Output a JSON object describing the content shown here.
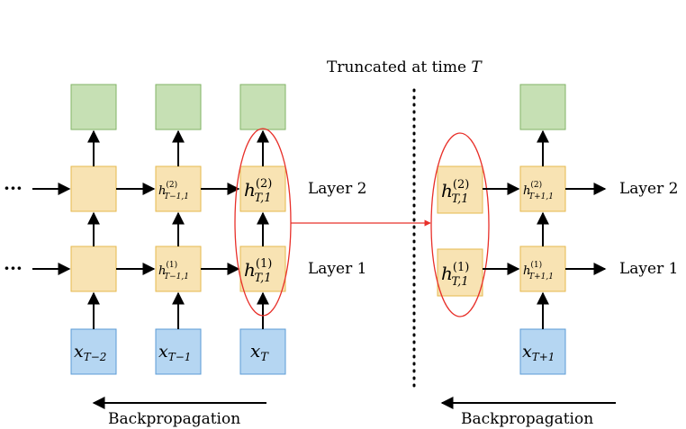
{
  "title": "Truncated at time T",
  "title_parts": {
    "text": "Truncated at time ",
    "var": "T"
  },
  "layer_labels": {
    "layer2": "Layer 2",
    "layer1": "Layer 1"
  },
  "ellipsis": "···",
  "backprop_label": "Backpropagation",
  "inputs": {
    "x_t_minus_2": {
      "base": "x",
      "sub": "T−2"
    },
    "x_t_minus_1": {
      "base": "x",
      "sub": "T−1"
    },
    "x_t": {
      "base": "x",
      "sub": "T"
    },
    "x_t_plus_1": {
      "base": "x",
      "sub": "T+1"
    }
  },
  "hidden": {
    "h2_t_minus_1": {
      "base": "h",
      "sup": "(2)",
      "sub": "T−1,1"
    },
    "h1_t_minus_1": {
      "base": "h",
      "sup": "(1)",
      "sub": "T−1,1"
    },
    "h2_t": {
      "base": "h",
      "sup": "(2)",
      "sub": "T,1"
    },
    "h1_t": {
      "base": "h",
      "sup": "(1)",
      "sub": "T,1"
    },
    "h2_t_copy": {
      "base": "h",
      "sup": "(2)",
      "sub": "T,1"
    },
    "h1_t_copy": {
      "base": "h",
      "sup": "(1)",
      "sub": "T,1"
    },
    "h2_t_plus_1": {
      "base": "h",
      "sup": "(2)",
      "sub": "T+1,1"
    },
    "h1_t_plus_1": {
      "base": "h",
      "sup": "(1)",
      "sub": "T+1,1"
    }
  },
  "colors": {
    "output_fill": "#c6e0b4",
    "output_stroke": "#82b366",
    "hidden_fill": "#f8e3b3",
    "hidden_stroke": "#e6b84e",
    "input_fill": "#b5d6f2",
    "input_stroke": "#5b9bd5",
    "highlight": "#e8302a",
    "arrow": "#000000"
  }
}
